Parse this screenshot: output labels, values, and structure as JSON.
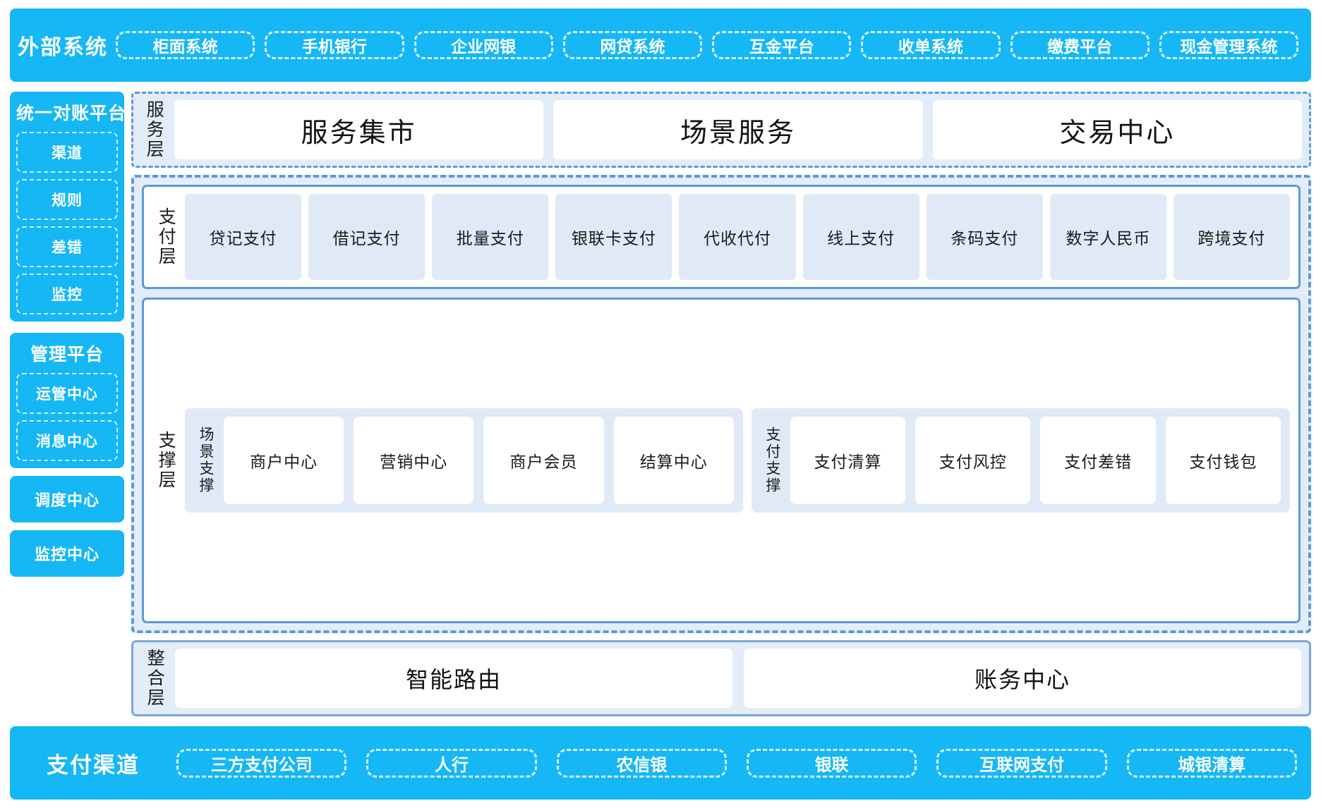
{
  "external": {
    "title": "外部系统",
    "items": [
      "柜面系统",
      "手机银行",
      "企业网银",
      "网贷系统",
      "互金平台",
      "收单系统",
      "缴费平台",
      "现金管理系统"
    ]
  },
  "sidebar": {
    "reconcile": {
      "title": "统一对账平台",
      "items": [
        "渠道",
        "规则",
        "差错",
        "监控"
      ]
    },
    "manage": {
      "title": "管理平台",
      "items": [
        "运管中心",
        "消息中心"
      ]
    },
    "standalone": [
      "调度中心",
      "监控中心"
    ]
  },
  "service_layer": {
    "label": "服务层",
    "cards": [
      "服务集市",
      "场景服务",
      "交易中心"
    ]
  },
  "pay_layer": {
    "label": "支付层",
    "cards": [
      "贷记支付",
      "借记支付",
      "批量支付",
      "银联卡支付",
      "代收代付",
      "线上支付",
      "条码支付",
      "数字人民币",
      "跨境支付"
    ]
  },
  "support_layer": {
    "label": "支撑层",
    "groups": [
      {
        "label": "场景支撑",
        "cards": [
          "商户中心",
          "营销中心",
          "商户会员",
          "结算中心"
        ]
      },
      {
        "label": "支付支撑",
        "cards": [
          "支付清算",
          "支付风控",
          "支付差错",
          "支付钱包"
        ]
      }
    ]
  },
  "integration_layer": {
    "label": "整合层",
    "cards": [
      "智能路由",
      "账务中心"
    ]
  },
  "channel": {
    "title": "支付渠道",
    "items": [
      "三方支付公司",
      "人行",
      "农信银",
      "银联",
      "互联网支付",
      "城银清算"
    ]
  },
  "colors": {
    "brand_blue": "#15b7f5",
    "panel_blue": "#e3edf9",
    "chip_blue": "#e0eaf6",
    "border_blue": "#5b9bd5"
  }
}
